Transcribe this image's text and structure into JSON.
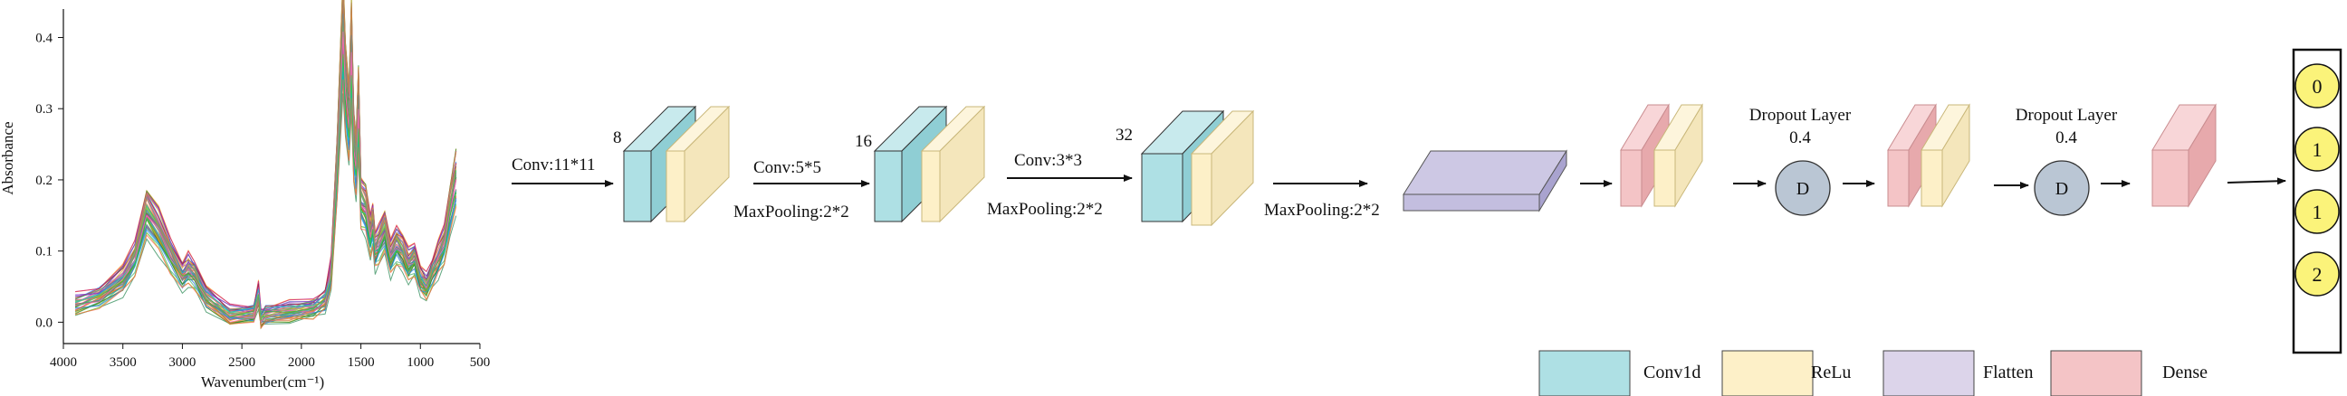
{
  "chart_data": {
    "type": "line",
    "ylabel": "Absorbance",
    "xlabel": "Wavenumber(cm⁻¹)",
    "xlim": [
      4000,
      500
    ],
    "ylim": [
      -0.03,
      0.44
    ],
    "x_ticks": [
      "4000",
      "3500",
      "3000",
      "2500",
      "2000",
      "1500",
      "1000",
      "500"
    ],
    "y_ticks": [
      "0.0",
      "0.1",
      "0.2",
      "0.3",
      "0.4"
    ],
    "grid": false,
    "spectrum_x": [
      3900,
      3700,
      3500,
      3400,
      3300,
      3200,
      3100,
      3000,
      2950,
      2900,
      2800,
      2600,
      2400,
      2360,
      2340,
      2300,
      2100,
      1900,
      1800,
      1750,
      1700,
      1650,
      1630,
      1600,
      1580,
      1560,
      1540,
      1520,
      1500,
      1460,
      1420,
      1400,
      1380,
      1350,
      1300,
      1250,
      1200,
      1150,
      1100,
      1050,
      1000,
      950,
      900,
      850,
      800,
      750,
      700
    ],
    "spectrum_y": [
      0.025,
      0.035,
      0.06,
      0.09,
      0.155,
      0.13,
      0.095,
      0.065,
      0.075,
      0.068,
      0.035,
      0.01,
      0.012,
      0.04,
      0.005,
      0.01,
      0.015,
      0.02,
      0.03,
      0.07,
      0.22,
      0.41,
      0.33,
      0.28,
      0.38,
      0.25,
      0.22,
      0.3,
      0.17,
      0.16,
      0.12,
      0.14,
      0.1,
      0.11,
      0.13,
      0.09,
      0.11,
      0.1,
      0.08,
      0.09,
      0.06,
      0.05,
      0.07,
      0.09,
      0.11,
      0.16,
      0.2
    ]
  },
  "network": {
    "conv1": {
      "label": "Conv:11*11",
      "filters": "8"
    },
    "conv2": {
      "label": "Conv:5*5",
      "filters": "16",
      "pool": "MaxPooling:2*2"
    },
    "conv3": {
      "label": "Conv:3*3",
      "filters": "32",
      "pool": "MaxPooling:2*2"
    },
    "pool3": "MaxPooling:2*2",
    "dropout1": {
      "title": "Dropout Layer",
      "rate": "0.4",
      "node": "D"
    },
    "dropout2": {
      "title": "Dropout Layer",
      "rate": "0.4",
      "node": "D"
    },
    "outputs": [
      "0",
      "1",
      "1",
      "2"
    ]
  },
  "legend": [
    {
      "label": "Conv1d",
      "color": "#aee0e4"
    },
    {
      "label": "ReLu",
      "color": "#fdf0c8"
    },
    {
      "label": "Flatten",
      "color": "#dcd4ea"
    },
    {
      "label": "Dense",
      "color": "#f4c4c6"
    }
  ],
  "colors": {
    "conv": "#aee0e4",
    "relu": "#fdf0c8",
    "flatten": "#c9c5e2",
    "dense": "#f4c4c6",
    "dropout_node": "#bac6d4",
    "output_node": "#fbf37a"
  }
}
